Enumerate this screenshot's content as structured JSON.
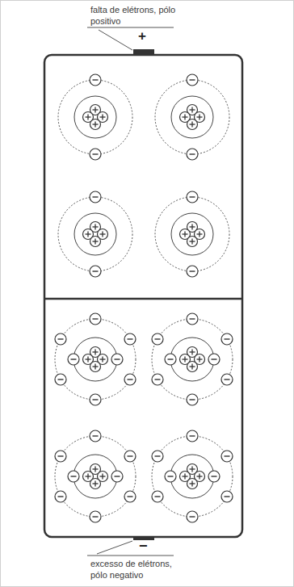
{
  "diagram": {
    "labels": [
      "falta de elétrons, pólo positivo",
      "+",
      "−",
      "excesso de elétrons, pólo negativo"
    ]
  }
}
